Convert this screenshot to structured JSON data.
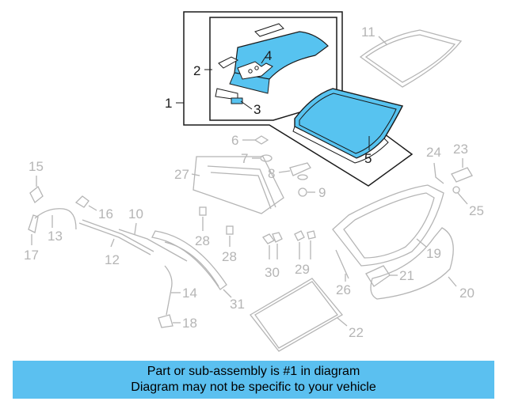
{
  "colors": {
    "accent_fill": "#57c3f0",
    "highlight_line": "#1a1a1a",
    "muted_line": "#b5b5b5",
    "banner_bg": "#5bc0f0"
  },
  "diagram": {
    "callouts_highlighted": [
      "1",
      "2",
      "3",
      "4",
      "5"
    ],
    "callouts_muted": [
      "6",
      "7",
      "8",
      "9",
      "10",
      "11",
      "12",
      "13",
      "14",
      "15",
      "16",
      "17",
      "18",
      "19",
      "20",
      "21",
      "22",
      "23",
      "24",
      "25",
      "26",
      "27",
      "28",
      "28",
      "29",
      "30",
      "31"
    ]
  },
  "banner": {
    "line1": "Part or sub-assembly is #1 in diagram",
    "line2": "Diagram may not be specific to your vehicle"
  }
}
